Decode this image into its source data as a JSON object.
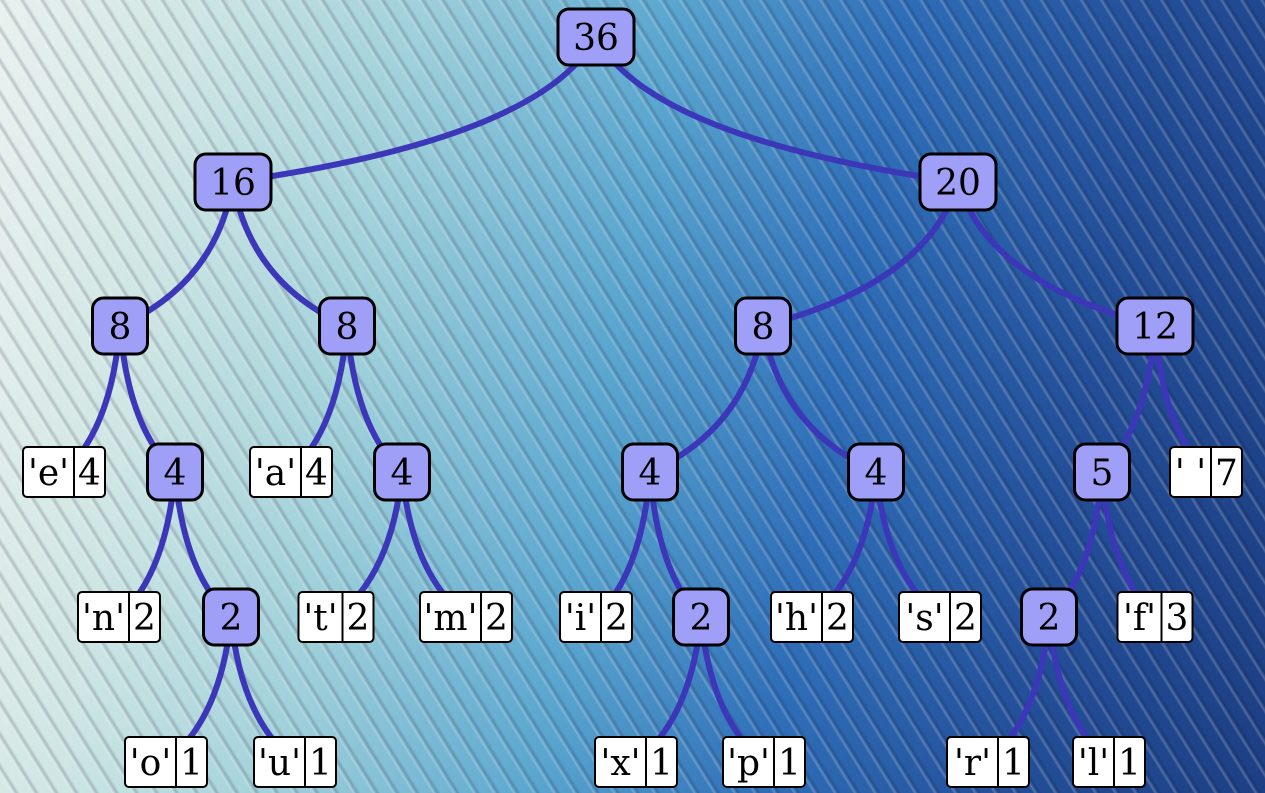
{
  "tree": {
    "value": "36",
    "children": [
      {
        "value": "16",
        "children": [
          {
            "value": "8",
            "children": [
              {
                "leaf": true,
                "char": "'e'",
                "count": "4"
              },
              {
                "value": "4",
                "children": [
                  {
                    "leaf": true,
                    "char": "'n'",
                    "count": "2"
                  },
                  {
                    "value": "2",
                    "children": [
                      {
                        "leaf": true,
                        "char": "'o'",
                        "count": "1"
                      },
                      {
                        "leaf": true,
                        "char": "'u'",
                        "count": "1"
                      }
                    ]
                  }
                ]
              }
            ]
          },
          {
            "value": "8",
            "children": [
              {
                "leaf": true,
                "char": "'a'",
                "count": "4"
              },
              {
                "value": "4",
                "children": [
                  {
                    "leaf": true,
                    "char": "'t'",
                    "count": "2"
                  },
                  {
                    "leaf": true,
                    "char": "'m'",
                    "count": "2"
                  }
                ]
              }
            ]
          }
        ]
      },
      {
        "value": "20",
        "children": [
          {
            "value": "8",
            "children": [
              {
                "value": "4",
                "children": [
                  {
                    "leaf": true,
                    "char": "'i'",
                    "count": "2"
                  },
                  {
                    "value": "2",
                    "children": [
                      {
                        "leaf": true,
                        "char": "'x'",
                        "count": "1"
                      },
                      {
                        "leaf": true,
                        "char": "'p'",
                        "count": "1"
                      }
                    ]
                  }
                ]
              },
              {
                "value": "4",
                "children": [
                  {
                    "leaf": true,
                    "char": "'h'",
                    "count": "2"
                  },
                  {
                    "leaf": true,
                    "char": "'s'",
                    "count": "2"
                  }
                ]
              }
            ]
          },
          {
            "value": "12",
            "children": [
              {
                "value": "5",
                "children": [
                  {
                    "value": "2",
                    "children": [
                      {
                        "leaf": true,
                        "char": "'r'",
                        "count": "1"
                      },
                      {
                        "leaf": true,
                        "char": "'l'",
                        "count": "1"
                      }
                    ]
                  },
                  {
                    "leaf": true,
                    "char": "'f'",
                    "count": "3"
                  }
                ]
              },
              {
                "leaf": true,
                "char": "' '",
                "count": "7"
              }
            ]
          }
        ]
      }
    ]
  }
}
